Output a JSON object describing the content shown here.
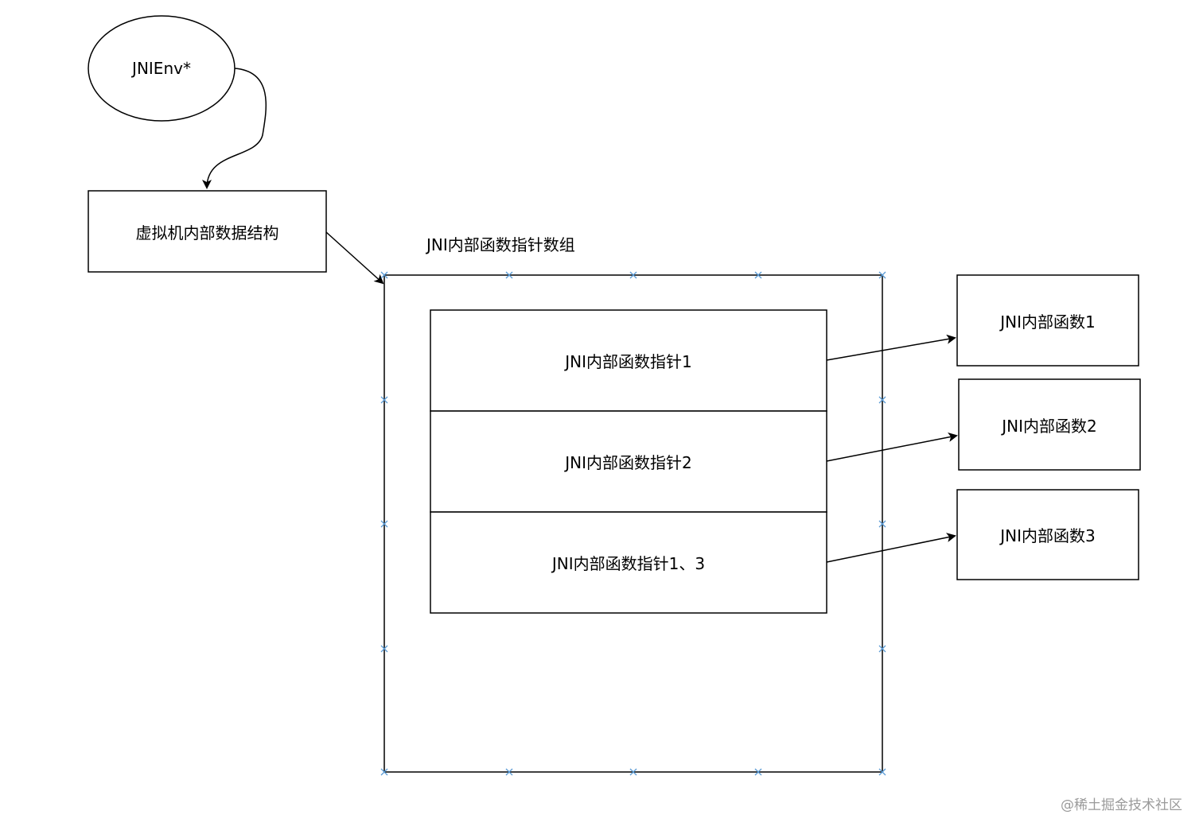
{
  "nodes": {
    "jnienv": "JNIEnv*",
    "vm_internal": "虚拟机内部数据结构",
    "array_title": "JNI内部函数指针数组",
    "pointers": [
      "JNI内部函数指针1",
      "JNI内部函数指针2",
      "JNI内部函数指针1、3"
    ],
    "functions": [
      "JNI内部函数1",
      "JNI内部函数2",
      "JNI内部函数3"
    ]
  },
  "watermark": "@稀土掘金技术社区",
  "colors": {
    "stroke": "#000000",
    "handle": "#5b9bd5",
    "watermark": "#9a9a9a"
  }
}
